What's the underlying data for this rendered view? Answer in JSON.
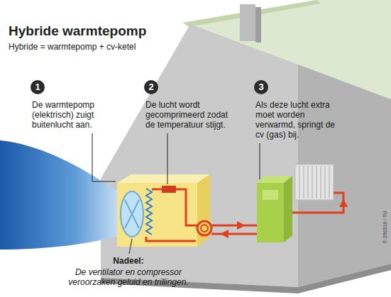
{
  "diagram": {
    "title": "Hybride warmtepomp",
    "labels": [
      "Hybride = warmtepomp + cv-ketel",
      "1",
      "De warmtepomp (elektrisch) zuigt buitenlucht aan.",
      "2",
      "De lucht wordt gecomprimeerd zodat de temperatuur stijgt.",
      "3",
      "Als deze lucht extra moet worden verwarmd, springt de cv (gas) bij.",
      "Nadeel:",
      "De ventilator en compressor veroorzaken geluid en trillingen.",
      "© 290318 / TU"
    ]
  }
}
